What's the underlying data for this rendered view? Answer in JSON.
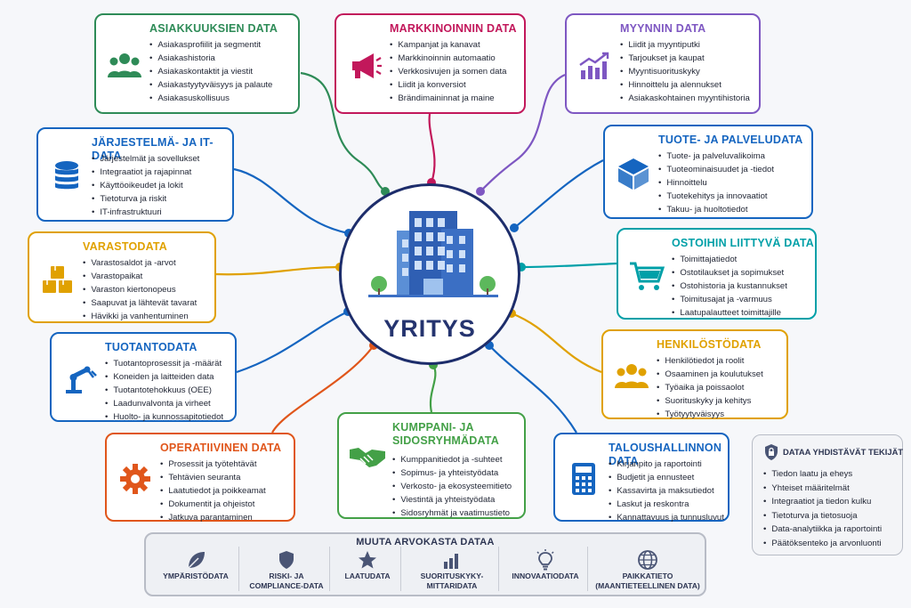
{
  "hub": {
    "name": "YRITYS"
  },
  "colors": {
    "customer": "#2e8b57",
    "marketing": "#c2185b",
    "sales": "#7e57c2",
    "it": "#1565c0",
    "product": "#1565c0",
    "warehouse": "#e0a100",
    "procurement": "#00a0a8",
    "production": "#1565c0",
    "hr": "#e0a100",
    "operations": "#e0561b",
    "partners": "#43a047",
    "finance": "#1565c0"
  },
  "cards": {
    "customer": {
      "title": "ASIAKKUUKSIEN DATA",
      "icon": "people-icon",
      "items": [
        "Asiakasprofiilit ja segmentit",
        "Asiakashistoria",
        "Asiakaskontaktit ja viestit",
        "Asiakastyytyväisyys ja palaute",
        "Asiakasuskollisuus"
      ]
    },
    "marketing": {
      "title": "MARKKINOINNIN DATA",
      "icon": "megaphone-icon",
      "items": [
        "Kampanjat ja kanavat",
        "Markkinoinnin automaatio",
        "Verkkosivujen ja somen data",
        "Liidit ja konversiot",
        "Brändimaininnat ja maine"
      ]
    },
    "sales": {
      "title": "MYYNNIN DATA",
      "icon": "growth-chart-icon",
      "items": [
        "Liidit ja myyntiputki",
        "Tarjoukset ja kaupat",
        "Myyntisuorituskyky",
        "Hinnoittelu ja alennukset",
        "Asiakaskohtainen myyntihistoria"
      ]
    },
    "it": {
      "title": "JÄRJESTELMÄ- JA IT-DATA",
      "icon": "database-icon",
      "items": [
        "Järjestelmät ja sovellukset",
        "Integraatiot ja rajapinnat",
        "Käyttöoikeudet ja lokit",
        "Tietoturva ja riskit",
        "IT-infrastruktuuri"
      ]
    },
    "product": {
      "title": "TUOTE- JA PALVELUDATA",
      "icon": "cube-icon",
      "items": [
        "Tuote- ja palveluvalikoima",
        "Tuoteominaisuudet ja -tiedot",
        "Hinnoittelu",
        "Tuotekehitys ja innovaatiot",
        "Takuu- ja huoltotiedot"
      ]
    },
    "warehouse": {
      "title": "VARASTODATA",
      "icon": "boxes-icon",
      "items": [
        "Varastosaldot ja -arvot",
        "Varastopaikat",
        "Varaston kiertonopeus",
        "Saapuvat ja lähtevät tavarat",
        "Hävikki ja vanhentuminen"
      ]
    },
    "procurement": {
      "title": "OSTOIHIN LIITTYVÄ DATA",
      "icon": "shopping-cart-icon",
      "items": [
        "Toimittajatiedot",
        "Ostotilaukset ja sopimukset",
        "Ostohistoria ja kustannukset",
        "Toimitusajat ja -varmuus",
        "Laatupalautteet toimittajille"
      ]
    },
    "production": {
      "title": "TUOTANTODATA",
      "icon": "robot-arm-icon",
      "items": [
        "Tuotantoprosessit ja -määrät",
        "Koneiden ja laitteiden data",
        "Tuotantotehokkuus (OEE)",
        "Laadunvalvonta ja virheet",
        "Huolto- ja kunnossapitotiedot"
      ]
    },
    "hr": {
      "title": "HENKILÖSTÖDATA",
      "icon": "people-icon",
      "items": [
        "Henkilötiedot ja roolit",
        "Osaaminen ja koulutukset",
        "Työaika ja poissaolot",
        "Suorituskyky ja kehitys",
        "Työtyytyväisyys"
      ]
    },
    "operations": {
      "title": "OPERATIIVINEN DATA",
      "icon": "gear-icon",
      "items": [
        "Prosessit ja työtehtävät",
        "Tehtävien seuranta",
        "Laatutiedot ja poikkeamat",
        "Dokumentit ja ohjeistot",
        "Jatkuva parantaminen"
      ]
    },
    "partners": {
      "title": "KUMPPANI- JA\nSIDOSRYHMÄDATA",
      "icon": "handshake-icon",
      "items": [
        "Kumppanitiedot ja -suhteet",
        "Sopimus- ja yhteistyödata",
        "Verkosto- ja ekosysteemitieto",
        "Viestintä ja yhteistyödata",
        "Sidosryhmät ja vaatimustieto"
      ]
    },
    "finance": {
      "title": "TALOUSHALLINNON DATA",
      "icon": "calculator-icon",
      "items": [
        "Kirjanpito ja raportointi",
        "Budjetit ja ennusteet",
        "Kassavirta ja maksutiedot",
        "Laskut ja reskontra",
        "Kannattavuus ja tunnusluvut"
      ]
    }
  },
  "other": {
    "title": "MUUTA ARVOKASTA DATAA",
    "items": [
      {
        "label": "YMPÄRISTÖDATA",
        "icon": "leaf-icon"
      },
      {
        "label": "RISKI- JA\nCOMPLIANCE-DATA",
        "icon": "shield-icon"
      },
      {
        "label": "LAATUDATA",
        "icon": "star-icon"
      },
      {
        "label": "SUORITUSKYKY-\nMITTARIDATA",
        "icon": "bar-chart-icon"
      },
      {
        "label": "INNOVAATIODATA",
        "icon": "lightbulb-icon"
      },
      {
        "label": "PAIKKATIETO\n(MAANTIETEELLINEN DATA)",
        "icon": "globe-icon"
      }
    ]
  },
  "factors": {
    "title": "DATAA YHDISTÄVÄT TEKIJÄT",
    "icon": "lock-shield-icon",
    "items": [
      "Tiedon laatu ja eheys",
      "Yhteiset määritelmät",
      "Integraatiot ja tiedon kulku",
      "Tietoturva ja tietosuoja",
      "Data-analytiikka ja raportointi",
      "Päätöksenteko ja arvonluonti"
    ]
  }
}
